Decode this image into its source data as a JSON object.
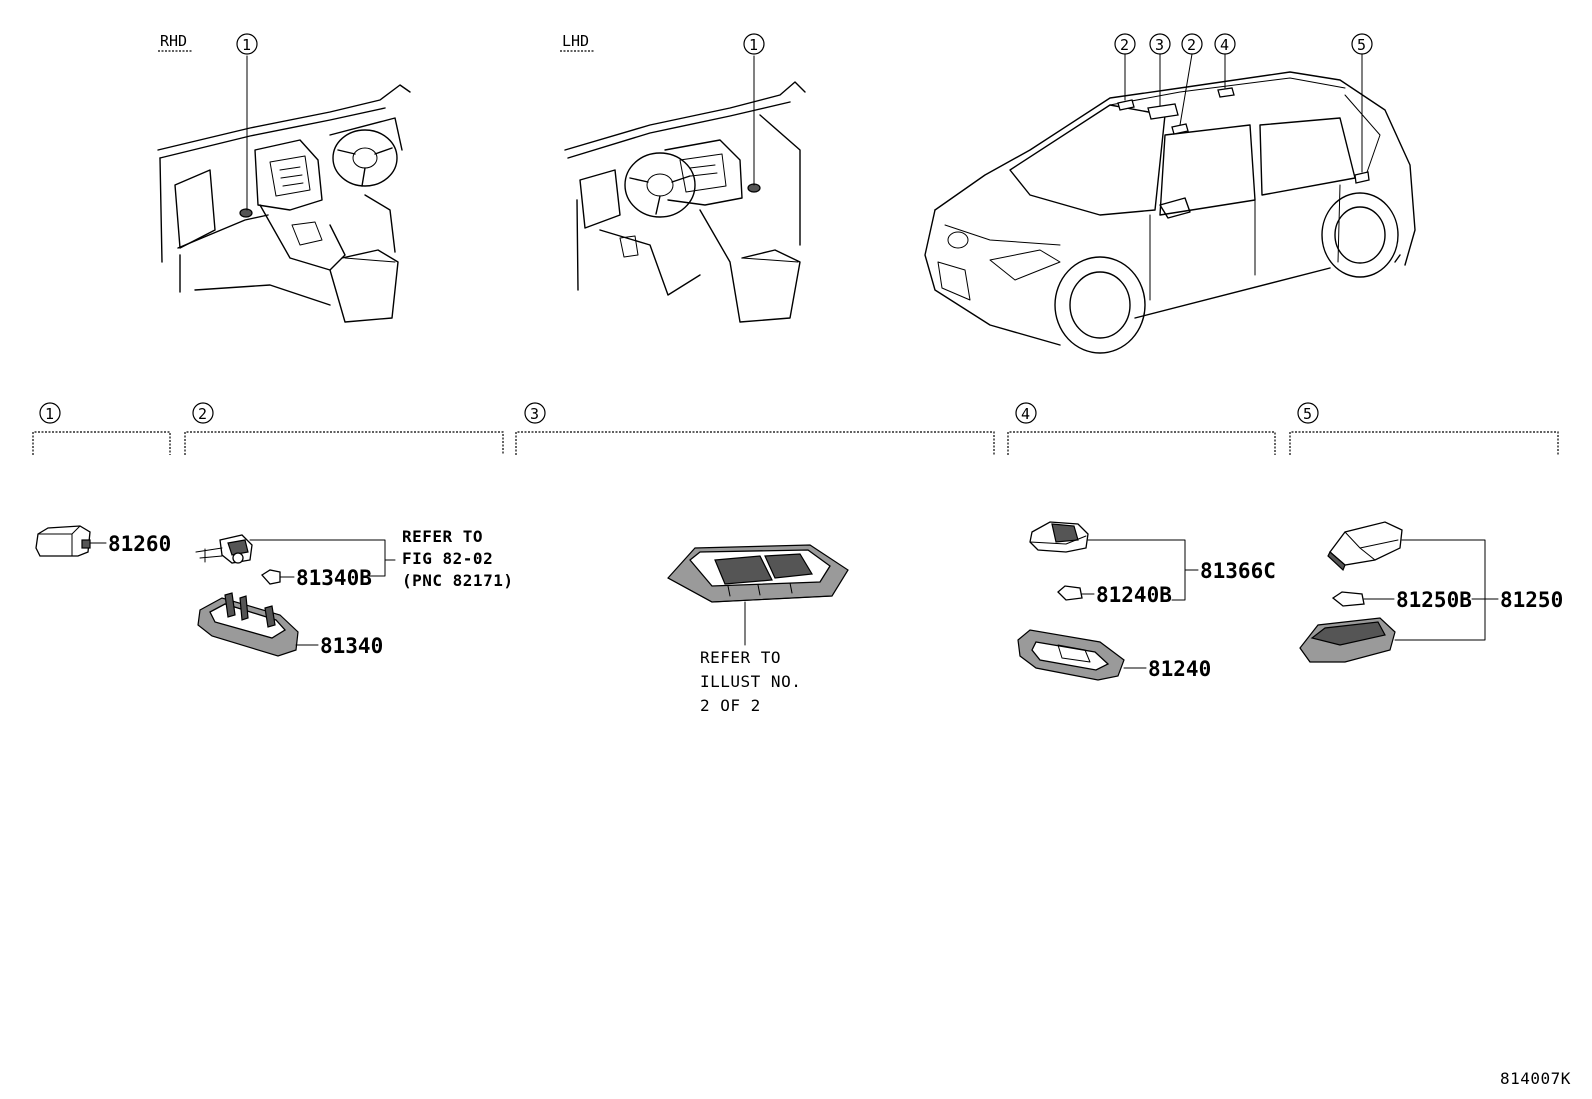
{
  "header": {
    "rhd_label": "RHD",
    "lhd_label": "LHD"
  },
  "callouts": {
    "c1": "1",
    "c2": "2",
    "c3": "3",
    "c4": "4",
    "c5": "5"
  },
  "groups": [
    {
      "id": "1",
      "label": "1"
    },
    {
      "id": "2",
      "label": "2"
    },
    {
      "id": "3",
      "label": "3"
    },
    {
      "id": "4",
      "label": "4"
    },
    {
      "id": "5",
      "label": "5"
    }
  ],
  "parts": {
    "p81260": "81260",
    "p81340B": "81340B",
    "p81340": "81340",
    "p81366C": "81366C",
    "p81240B": "81240B",
    "p81240": "81240",
    "p81250B": "81250B",
    "p81250": "81250"
  },
  "notes": {
    "refer_fig_line1": "REFER TO",
    "refer_fig_line2": "FIG 82-02",
    "refer_fig_line3": "(PNC 82171)",
    "refer_illust_line1": "REFER TO",
    "refer_illust_line2": "ILLUST NO.",
    "refer_illust_line3": "2 OF 2"
  },
  "footer": {
    "illustration_code": "814007K"
  }
}
